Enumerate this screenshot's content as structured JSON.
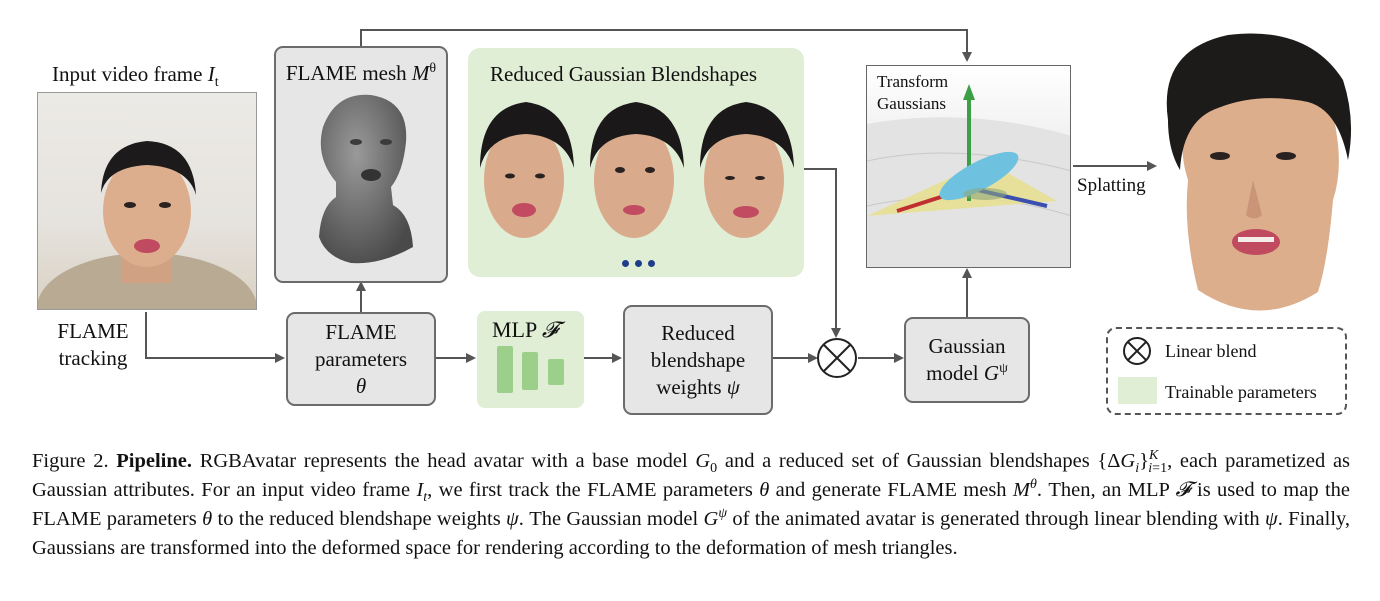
{
  "input_frame": {
    "title": "Input video frame",
    "title_var": "I",
    "title_sub": "t"
  },
  "flame_mesh": {
    "title": "FLAME mesh",
    "title_var": "M",
    "title_sup": "θ"
  },
  "blendshapes": {
    "title": "Reduced Gaussian Blendshapes",
    "ellipsis": "• • •"
  },
  "transform": {
    "line1": "Transform",
    "line2": "Gaussians"
  },
  "flame_tracking": {
    "line1": "FLAME",
    "line2": "tracking"
  },
  "flame_params": {
    "line1": "FLAME",
    "line2": "parameters",
    "line3": "θ"
  },
  "mlp": {
    "label": "MLP",
    "symbol": "𝓕"
  },
  "weights": {
    "line1": "Reduced",
    "line2": "blendshape",
    "line3": "weights",
    "var": "ψ"
  },
  "gaussian_model": {
    "line1": "Gaussian",
    "line2": "model",
    "var": "G",
    "sup": "ψ"
  },
  "splatting": {
    "label": "Splatting"
  },
  "legend": {
    "linear_blend": "Linear blend",
    "trainable": "Trainable parameters"
  },
  "caption": {
    "fig": "Figure 2.",
    "bold": "Pipeline.",
    "s1": "RGBAvatar represents the head avatar with a base model",
    "s2": "and a reduced set of Gaussian blendshapes",
    "s3": "each parametized as Gaussian attributes. For an input video frame",
    "s4": ", we first track the FLAME parameters",
    "s5": "and generate FLAME mesh",
    "s6": ". Then, an MLP",
    "s7": "is used to map the FLAME parameters",
    "s8": "to the reduced blendshape weights",
    "s9": ". The Gaussian model",
    "s10": "of the animated avatar is generated through linear blending with",
    "s11": ". Finally, Gaussians are transformed into the deformed space for rendering according to the deformation of mesh triangles."
  },
  "colors": {
    "box_fill": "#e6e6e6",
    "box_border": "#6b6b6b",
    "trainable": "#e1eed6",
    "mlp_bar": "#9cd08a",
    "arrow": "#555555"
  }
}
